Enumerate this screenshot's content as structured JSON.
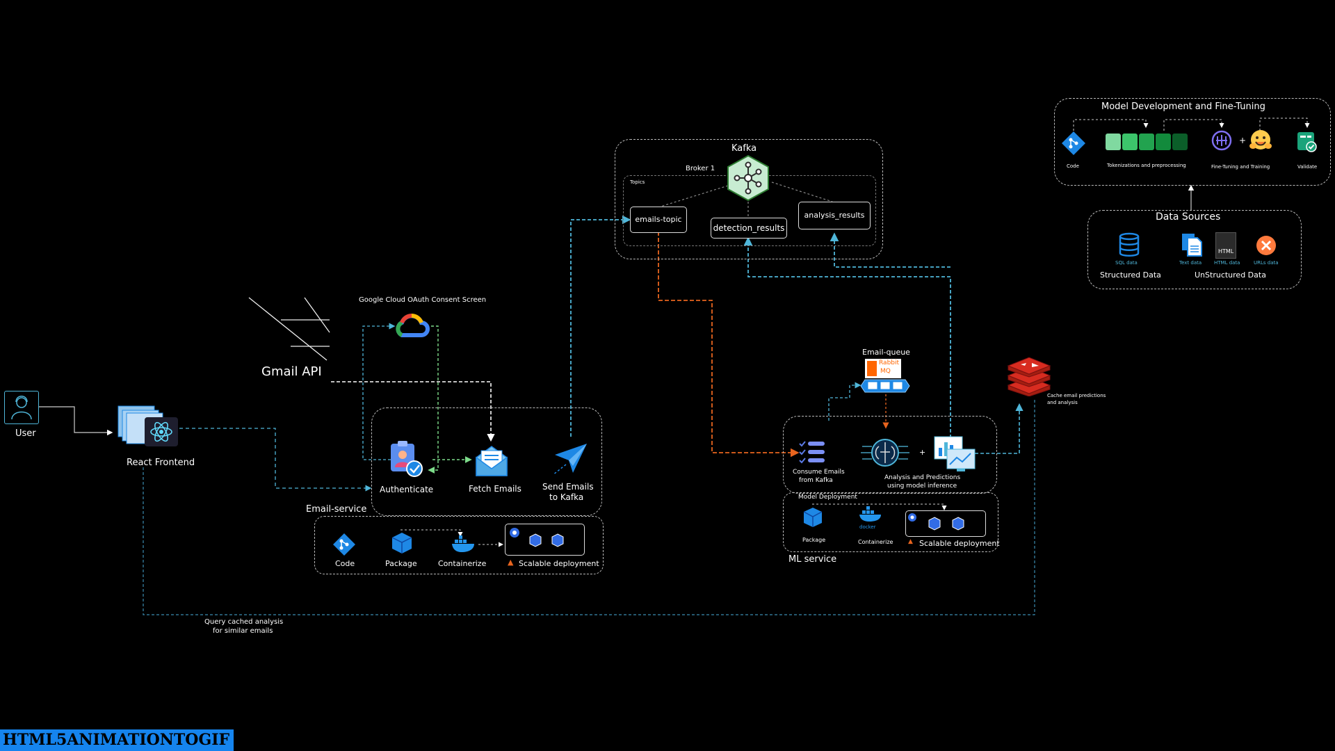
{
  "user": {
    "label": "User"
  },
  "frontend": {
    "label": "React Frontend"
  },
  "gmail": {
    "label": "Gmail API"
  },
  "google_cloud": {
    "label": "Google Cloud OAuth Consent Screen"
  },
  "email_service": {
    "title": "Email-service",
    "steps": {
      "authenticate": "Authenticate",
      "fetch": "Fetch Emails",
      "send_line1": "Send Emails",
      "send_line2": "to Kafka"
    },
    "deploy": {
      "code": "Code",
      "package": "Package",
      "containerize": "Containerize",
      "scalable": "Scalable deployment",
      "docker": "docker"
    }
  },
  "kafka": {
    "title": "Kafka",
    "broker": "Broker 1",
    "topics_label": "Topics",
    "topics": {
      "emails": "emails-topic",
      "detection": "detection_results",
      "analysis": "analysis_results"
    }
  },
  "queue": {
    "title": "Email-queue",
    "logo_line1": "Rabbit",
    "logo_line2": "MQ"
  },
  "ml_service": {
    "title": "ML service",
    "consume_line1": "Consume Emails",
    "consume_line2": "from Kafka",
    "analysis_line1": "Analysis and Predictions",
    "analysis_line2": "using model inference",
    "deploy_title": "Model Deployment",
    "deploy": {
      "package": "Package",
      "containerize": "Containerize",
      "scalable": "Scalable deployment",
      "docker": "docker"
    }
  },
  "cache": {
    "line1": "Cache email predictions",
    "line2": "and analysis"
  },
  "query": {
    "line1": "Query cached analysis",
    "line2": "for similar emails"
  },
  "model_dev": {
    "title": "Model Development and Fine-Tuning",
    "code": "Code",
    "tokenization": "Tokenizations and preprocessing",
    "finetune": "Fine-Tuning and Training",
    "plus": "+",
    "validate": "Validate"
  },
  "data_sources": {
    "title": "Data Sources",
    "sql": "SQL data",
    "text": "Text data",
    "html": "HTML data",
    "html_icon": "HTML",
    "urls": "URLs data",
    "structured": "Structured Data",
    "unstructured": "UnStructured Data"
  },
  "icons": [
    "user-icon",
    "react-icon",
    "google-cloud-icon",
    "authenticate-icon",
    "envelope-icon",
    "paper-plane-icon",
    "git-icon",
    "package-icon",
    "docker-icon",
    "kubernetes-icon",
    "kafka-icon",
    "rabbitmq-icon",
    "list-icon",
    "brain-icon",
    "chart-monitor-icon",
    "redis-icon",
    "database-icon",
    "document-icon",
    "html-file-icon",
    "close-circle-icon",
    "hugging-face-icon",
    "validate-icon"
  ],
  "colors": {
    "background": "#000000",
    "flow_blue": "#4fb6d9",
    "flow_orange": "#e8641e",
    "flow_green": "#7ddc8a",
    "flow_white": "#ffffff",
    "kafka_green": "#c8ecd2",
    "watermark": "#1584ee"
  },
  "watermark": "HTML5ANIMATIONTOGIF"
}
